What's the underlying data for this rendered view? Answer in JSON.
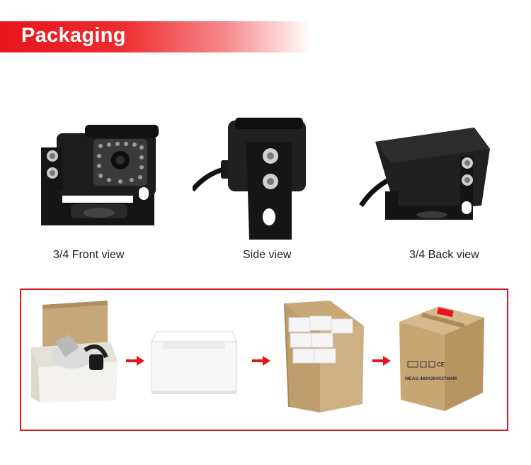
{
  "banner": {
    "title": "Packaging"
  },
  "views": [
    {
      "label": "3/4 Front view"
    },
    {
      "label": "Side view"
    },
    {
      "label": "3/4 Back view"
    }
  ],
  "carton": {
    "meas_text": "MEAS:483X284X376MM",
    "ce_mark": "CE"
  },
  "icons": [
    "camera-front-view",
    "camera-side-view",
    "camera-back-view",
    "arrow-right-icon"
  ],
  "colors": {
    "accent": "#e8141c",
    "frame": "#d7191f",
    "kraft": "#c9a878",
    "camera_body": "#1c1c1c"
  }
}
